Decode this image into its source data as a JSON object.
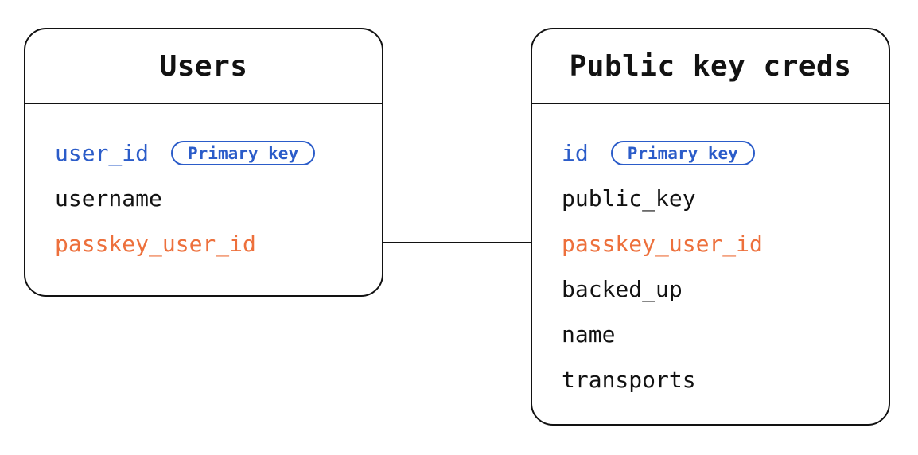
{
  "colors": {
    "background": "#ffffff",
    "border": "#121212",
    "field_default": "#121212",
    "primary_key_blue": "#2b5cc9",
    "linked_field_orange": "#ed703c"
  },
  "tables": [
    {
      "title": "Users",
      "fields": [
        {
          "name": "user_id",
          "badge": "Primary key",
          "color": "blue"
        },
        {
          "name": "username",
          "color": "black"
        },
        {
          "name": "passkey_user_id",
          "color": "orange"
        }
      ]
    },
    {
      "title": "Public key creds",
      "fields": [
        {
          "name": "id",
          "badge": "Primary key",
          "color": "blue"
        },
        {
          "name": "public_key",
          "color": "black"
        },
        {
          "name": "passkey_user_id",
          "color": "orange"
        },
        {
          "name": "backed_up",
          "color": "black"
        },
        {
          "name": "name",
          "color": "black"
        },
        {
          "name": "transports",
          "color": "black"
        }
      ]
    }
  ],
  "relationship": {
    "from_table": "Users",
    "from_field": "passkey_user_id",
    "to_table": "Public key creds",
    "to_field": "passkey_user_id"
  }
}
